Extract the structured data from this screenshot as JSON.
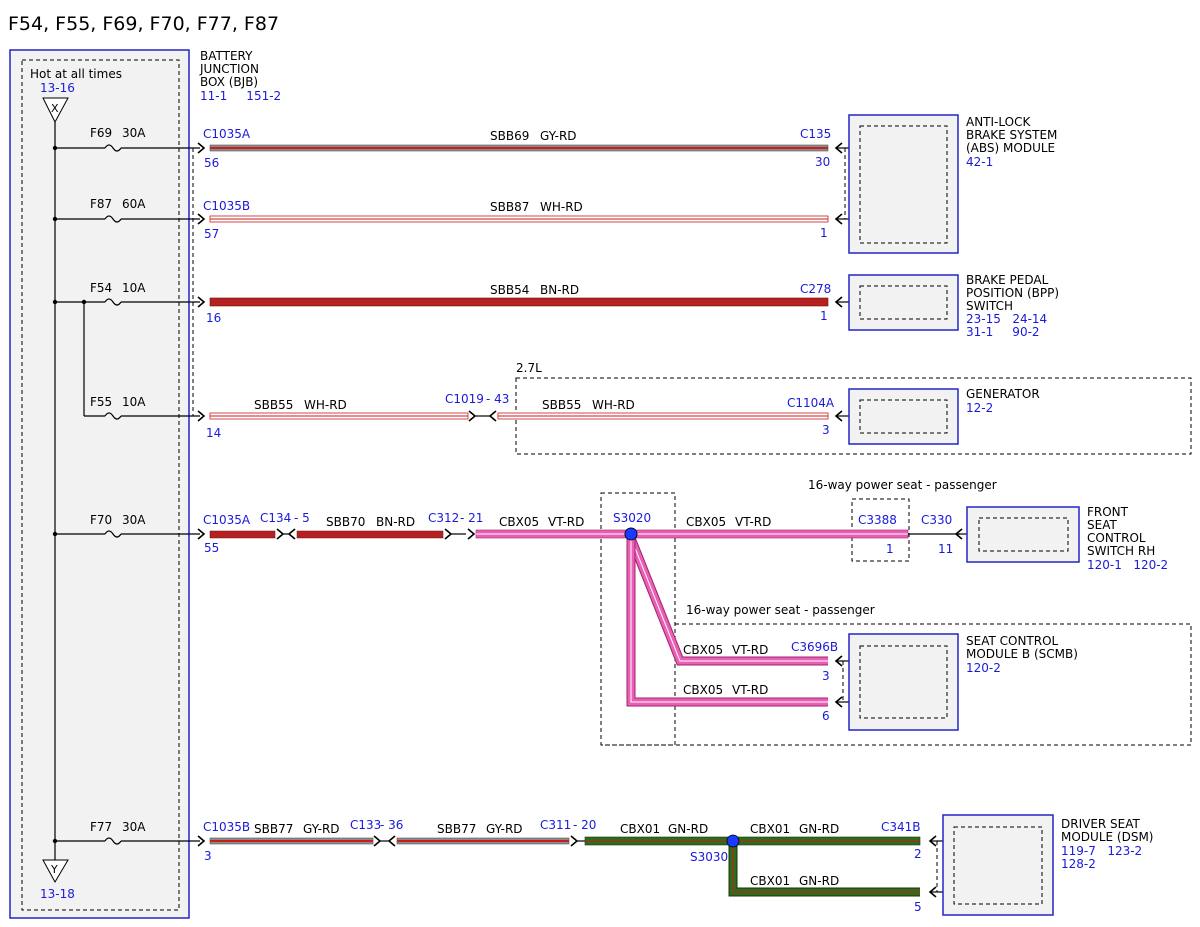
{
  "diagram": {
    "title": "F54, F55, F69, F70, F77, F87",
    "bjb": {
      "hot_label": "Hot at all times",
      "ref_top": "13-16",
      "ref_bottom": "13-18",
      "name_lines": [
        "BATTERY",
        "JUNCTION",
        "BOX (BJB)"
      ],
      "refs": "11-1     151-2",
      "connector_top_letter": "X",
      "connector_bottom_letter": "Y"
    },
    "fuses": [
      {
        "name": "F69",
        "rating": "30A"
      },
      {
        "name": "F87",
        "rating": "60A"
      },
      {
        "name": "F54",
        "rating": "10A"
      },
      {
        "name": "F55",
        "rating": "10A"
      },
      {
        "name": "F70",
        "rating": "30A"
      },
      {
        "name": "F77",
        "rating": "30A"
      }
    ],
    "circuits": {
      "abs": {
        "conn": "C1035A",
        "pin": "56",
        "circuit": "SBB69",
        "color": "GY-RD",
        "dest_conn": "C135",
        "dest_pin": "30"
      },
      "sbb87": {
        "conn": "C1035B",
        "pin": "57",
        "circuit": "SBB87",
        "color": "WH-RD",
        "dest_pin": "1"
      },
      "bpp": {
        "pin": "16",
        "circuit": "SBB54",
        "color": "BN-RD",
        "dest_conn": "C278",
        "dest_pin": "1"
      },
      "gen": {
        "pin": "14",
        "circuit1": "SBB55",
        "color1": "WH-RD",
        "inline_conn": "C1019",
        "inline_pin": "- 43",
        "circuit2": "SBB55",
        "color2": "WH-RD",
        "dest_conn": "C1104A",
        "dest_pin": "3",
        "option": "2.7L"
      },
      "seat_rh": {
        "conn": "C1035A",
        "pin": "55",
        "inline1_conn": "C134",
        "inline1_pin": "- 5",
        "circuit1": "SBB70",
        "color1": "BN-RD",
        "inline2_conn": "C312",
        "inline2_pin": "- 21",
        "circuit2": "CBX05",
        "color2": "VT-RD",
        "splice": "S3020",
        "circuit3": "CBX05",
        "color3": "VT-RD",
        "opt_conn": "C3388",
        "opt_pin": "1",
        "dest_conn": "C330",
        "dest_pin": "11",
        "option": "16-way power seat - passenger"
      },
      "scmb": {
        "option": "16-way power seat - passenger",
        "circuit_a": "CBX05",
        "color_a": "VT-RD",
        "dest_conn": "C3696B",
        "pin_a": "3",
        "circuit_b": "CBX05",
        "color_b": "VT-RD",
        "pin_b": "6"
      },
      "dsm": {
        "conn": "C1035B",
        "pin": "3",
        "circuit1": "SBB77",
        "color1": "GY-RD",
        "inline1_conn": "C133",
        "inline1_pin": "- 36",
        "circuit2": "SBB77",
        "color2": "GY-RD",
        "inline2_conn": "C311",
        "inline2_pin": "- 20",
        "circuit3": "CBX01",
        "color3": "GN-RD",
        "splice": "S3030",
        "circuit4": "CBX01",
        "color4": "GN-RD",
        "dest_conn": "C341B",
        "pin_a": "2",
        "circuit5": "CBX01",
        "color5": "GN-RD",
        "pin_b": "5"
      }
    },
    "components": {
      "abs": {
        "lines": [
          "ANTI-LOCK",
          "BRAKE SYSTEM",
          "(ABS) MODULE"
        ],
        "ref": "42-1"
      },
      "bpp": {
        "lines": [
          "BRAKE PEDAL",
          "POSITION (BPP)",
          "SWITCH"
        ],
        "refs": [
          "23-15   24-14",
          "31-1     90-2"
        ]
      },
      "generator": {
        "lines": [
          "GENERATOR"
        ],
        "ref": "12-2"
      },
      "seat_switch": {
        "lines": [
          "FRONT",
          "SEAT",
          "CONTROL",
          "SWITCH RH"
        ],
        "ref": "120-1   120-2"
      },
      "scmb": {
        "lines": [
          "SEAT CONTROL",
          "MODULE B (SCMB)"
        ],
        "ref": "120-2"
      },
      "dsm": {
        "lines": [
          "DRIVER SEAT",
          "MODULE (DSM)"
        ],
        "refs": [
          "119-7   123-2",
          "128-2"
        ]
      }
    },
    "wire_colors": {
      "gy_rd": "#8c8c8c",
      "wh_rd": "#ffffff",
      "bn_rd": "#a02020",
      "vt_rd": "#e85fb3",
      "gn_rd": "#2e6b1a",
      "stripe": "#c81e1e",
      "ink_blue": "#1a1adc"
    }
  }
}
